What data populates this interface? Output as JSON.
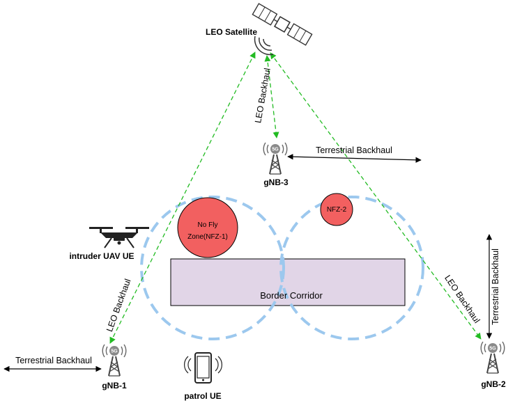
{
  "labels": {
    "leo_satellite": "LEO Satellite",
    "gnb1": "gNB-1",
    "gnb2": "gNB-2",
    "gnb3": "gNB-3",
    "intruder": "intruder UAV UE",
    "patrol": "patrol UE",
    "nfz1_line1": "No Fly",
    "nfz1_line2": "Zone(NFZ-1)",
    "nfz2": "NFZ-2",
    "corridor": "Border Corridor",
    "gnb_badge": "5G"
  },
  "links": {
    "leo_backhaul": "LEO Backhaul",
    "terrestrial_backhaul": "Terrestrial Backhaul"
  },
  "colors": {
    "nfz_fill": "#f26060",
    "corridor_fill": "#e1d5e7",
    "coverage_stroke": "#9cc8ee",
    "leo_link": "#22bb22",
    "gnb_badge": "#888888"
  },
  "icons": {
    "satellite": "satellite-icon",
    "base_station": "cell-tower-icon",
    "drone": "drone-icon",
    "phone": "smartphone-icon"
  }
}
